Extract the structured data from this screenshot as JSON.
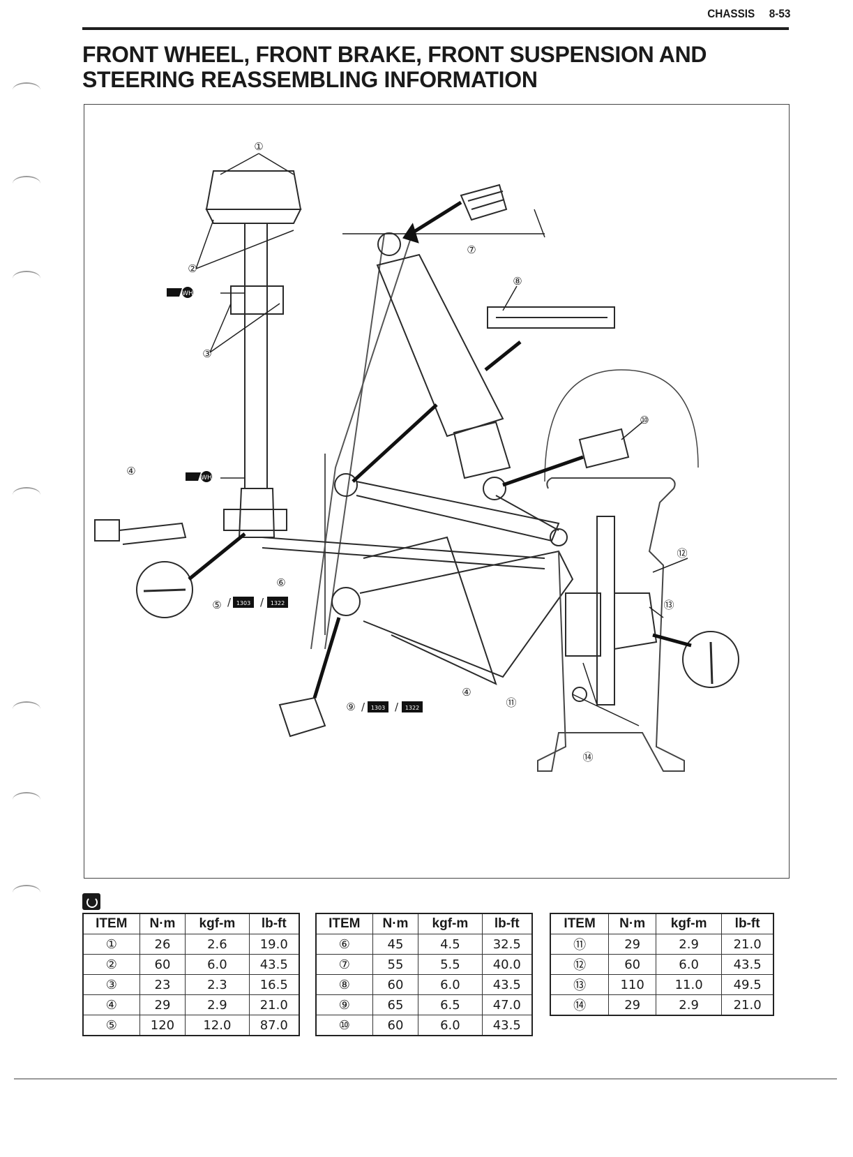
{
  "header": {
    "section": "CHASSIS",
    "page": "8-53"
  },
  "title": {
    "line1": "FRONT WHEEL, FRONT BRAKE, FRONT SUSPENSION AND",
    "line2": "STEERING REASSEMBLING INFORMATION"
  },
  "diagram": {
    "callouts": [
      "①",
      "②",
      "③",
      "④",
      "⑤",
      "⑥",
      "⑦",
      "⑧",
      "⑨",
      "⑩",
      "⑪",
      "⑫",
      "⑬",
      "⑭"
    ],
    "grease_label": "WH",
    "thread_lock_1": "1303",
    "thread_lock_2": "1322",
    "slash": "/"
  },
  "icons": {
    "torque": "torque-wrench-icon",
    "grease": "grease-icon",
    "thread_lock": "thread-lock-icon"
  },
  "tables": {
    "headers": [
      "ITEM",
      "N·m",
      "kgf-m",
      "lb-ft"
    ],
    "t1": [
      [
        "①",
        "26",
        "2.6",
        "19.0"
      ],
      [
        "②",
        "60",
        "6.0",
        "43.5"
      ],
      [
        "③",
        "23",
        "2.3",
        "16.5"
      ],
      [
        "④",
        "29",
        "2.9",
        "21.0"
      ],
      [
        "⑤",
        "120",
        "12.0",
        "87.0"
      ]
    ],
    "t2": [
      [
        "⑥",
        "45",
        "4.5",
        "32.5"
      ],
      [
        "⑦",
        "55",
        "5.5",
        "40.0"
      ],
      [
        "⑧",
        "60",
        "6.0",
        "43.5"
      ],
      [
        "⑨",
        "65",
        "6.5",
        "47.0"
      ],
      [
        "⑩",
        "60",
        "6.0",
        "43.5"
      ]
    ],
    "t3": [
      [
        "⑪",
        "29",
        "2.9",
        "21.0"
      ],
      [
        "⑫",
        "60",
        "6.0",
        "43.5"
      ],
      [
        "⑬",
        "110",
        "11.0",
        "49.5"
      ],
      [
        "⑭",
        "29",
        "2.9",
        "21.0"
      ]
    ]
  }
}
